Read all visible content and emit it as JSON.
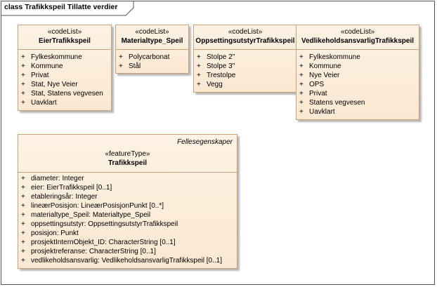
{
  "diagram": {
    "title": "class Trafikkspeil Tillatte verdier"
  },
  "classes": {
    "eier": {
      "stereotype": "«codeList»",
      "name": "EierTrafikkspeil",
      "items": [
        "Fylkeskommune",
        "Kommune",
        "Privat",
        "Stat, Nye Veier",
        "Stat, Statens vegvesen",
        "Uavklart"
      ]
    },
    "materialtype": {
      "stereotype": "«codeList»",
      "name": "Materialtype_Speil",
      "items": [
        "Polycarbonat",
        "Stål"
      ]
    },
    "oppsetting": {
      "stereotype": "«codeList»",
      "name": "OppsettingsutstyrTrafikkspeil",
      "items": [
        "Stolpe 2\"",
        "Stolpe 3\"",
        "Trestolpe",
        "Vegg"
      ]
    },
    "vedlikehold": {
      "stereotype": "«codeList»",
      "name": "VedlikeholdsansvarligTrafikkspeil",
      "items": [
        "Fylkeskommune",
        "Kommune",
        "Nye Veier",
        "OPS",
        "Privat",
        "Statens vegvesen",
        "Uavklart"
      ]
    },
    "trafikkspeil": {
      "tag": "Fellesegenskaper",
      "stereotype": "«featureType»",
      "name": "Trafikkspeil",
      "attributes": [
        "diameter: Integer",
        "eier: EierTrafikkspeil [0..1]",
        "etableringsår: Integer",
        "lineærPosisjon: LineærPosisjonPunkt [0..*]",
        "materialtype_Speil: Materialtype_Speil",
        "oppsettingsutstyr: OppsettingsutstyrTrafikkspeil",
        "posisjon: Punkt",
        "prosjektInternObjekt_ID: CharacterString [0..1]",
        "prosjektreferanse: CharacterString [0..1]",
        "vedlikeholdsansvarlig: VedlikeholdsansvarligTrafikkspeil [0..1]"
      ]
    }
  },
  "marker": "+"
}
